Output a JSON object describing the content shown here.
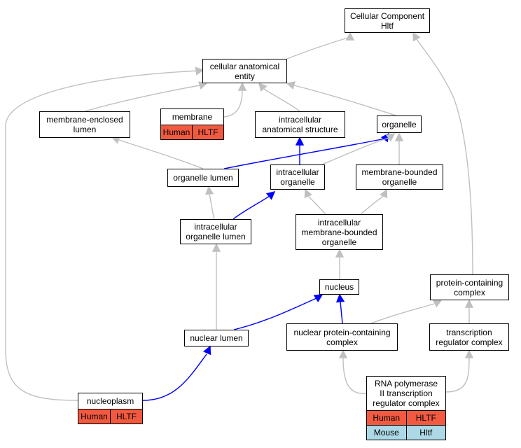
{
  "colors": {
    "human": "#f15a40",
    "mouse": "#add8e6",
    "gray_edge": "#c0c0c0",
    "blue_edge": "#0000ff"
  },
  "nodes": {
    "cellular_component": "Cellular Component\nHltf",
    "cellular_anatomical_entity": "cellular anatomical\nentity",
    "membrane_enclosed_lumen": "membrane-enclosed\nlumen",
    "membrane": {
      "label": "membrane",
      "species": [
        {
          "name": "Human",
          "gene": "HLTF"
        }
      ]
    },
    "intracellular_anatomical_structure": "intracellular\nanatomical structure",
    "organelle": "organelle",
    "organelle_lumen": "organelle lumen",
    "intracellular_organelle": "intracellular\norganelle",
    "membrane_bounded_organelle": "membrane-bounded\norganelle",
    "intracellular_organelle_lumen": "intracellular\norganelle lumen",
    "intracellular_membrane_bounded_organelle": "intracellular\nmembrane-bounded\norganelle",
    "nucleus": "nucleus",
    "protein_containing_complex": "protein-containing\ncomplex",
    "nuclear_lumen": "nuclear lumen",
    "nuclear_protein_containing_complex": "nuclear protein-containing\ncomplex",
    "transcription_regulator_complex": "transcription\nregulator complex",
    "nucleoplasm": {
      "label": "nucleoplasm",
      "species": [
        {
          "name": "Human",
          "gene": "HLTF"
        }
      ]
    },
    "rna_pol2_complex": {
      "label": "RNA polymerase\nII transcription\nregulator complex",
      "species": [
        {
          "name": "Human",
          "gene": "HLTF"
        },
        {
          "name": "Mouse",
          "gene": "Hltf"
        }
      ]
    }
  }
}
